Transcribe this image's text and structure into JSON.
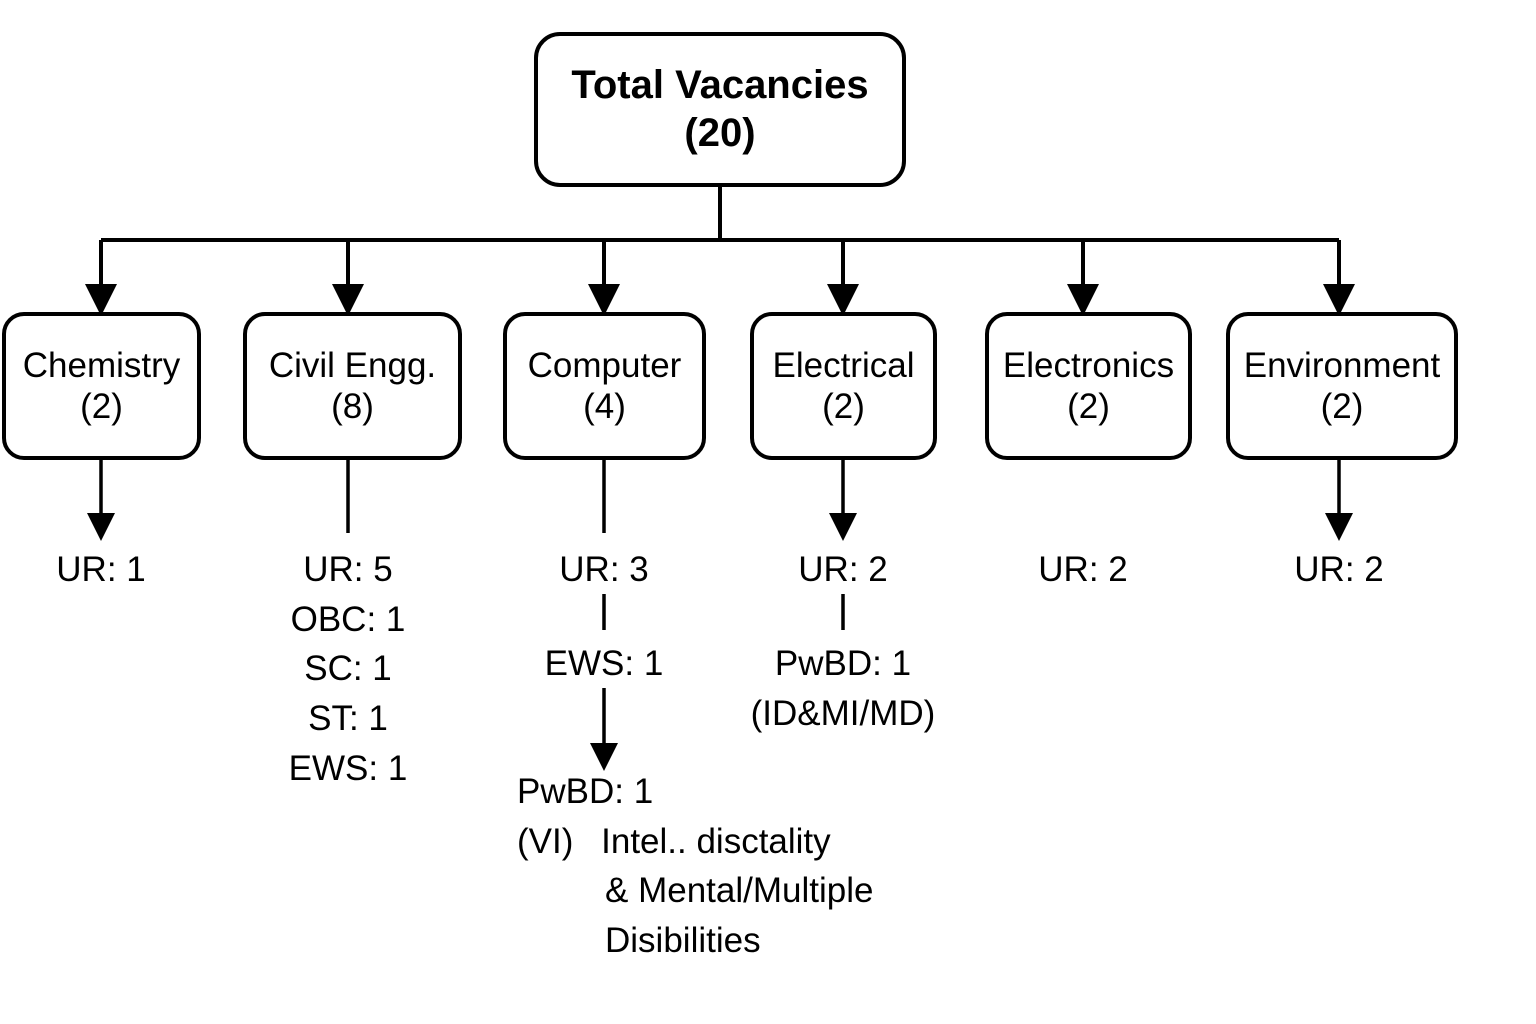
{
  "diagram": {
    "title_node": {
      "label": "Total Vacancies",
      "count": "(20)"
    },
    "departments": [
      {
        "name": "Chemistry",
        "count": "(2)"
      },
      {
        "name": "Civil Engg.",
        "count": "(8)"
      },
      {
        "name": "Computer",
        "count": "(4)"
      },
      {
        "name": "Electrical",
        "count": "(2)"
      },
      {
        "name": "Electronics",
        "count": "(2)"
      },
      {
        "name": "Environment",
        "count": "(2)"
      }
    ],
    "details": {
      "chemistry": {
        "ur": "UR: 1"
      },
      "civil": {
        "ur": "UR: 5",
        "obc": "OBC: 1",
        "sc": "SC: 1",
        "st": "ST: 1",
        "ews": "EWS: 1"
      },
      "computer": {
        "ur": "UR: 3",
        "ews": "EWS: 1",
        "pwbd": "PwBD: 1",
        "pwbd_type": "(VI)",
        "pwbd_desc_line1": "Intel.. disctality",
        "pwbd_desc_line2": "& Mental/Multiple",
        "pwbd_desc_line3": "Disibilities"
      },
      "electrical": {
        "ur": "UR: 2",
        "pwbd": "PwBD: 1",
        "pwbd_type": "(ID&MI/MD)"
      },
      "electronics": {
        "ur": "UR: 2"
      },
      "environment": {
        "ur": "UR: 2"
      }
    },
    "colors": {
      "stroke": "#000000",
      "background": "#ffffff",
      "text": "#000000"
    }
  }
}
